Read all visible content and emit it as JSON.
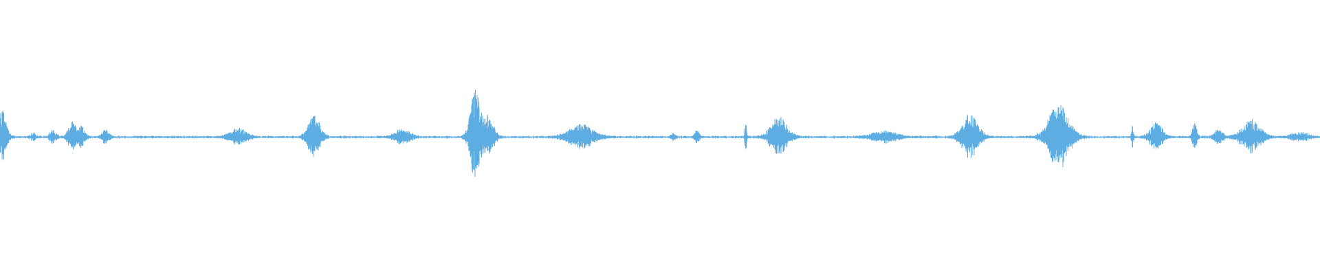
{
  "waveform": {
    "color": "#5dade2",
    "baseline_amplitude": 0.012,
    "bursts": [
      {
        "time": 0.002,
        "amplitude": 0.2,
        "width": 0.004
      },
      {
        "time": 0.025,
        "amplitude": 0.03,
        "width": 0.002
      },
      {
        "time": 0.04,
        "amplitude": 0.05,
        "width": 0.003
      },
      {
        "time": 0.055,
        "amplitude": 0.12,
        "width": 0.004
      },
      {
        "time": 0.062,
        "amplitude": 0.07,
        "width": 0.003
      },
      {
        "time": 0.08,
        "amplitude": 0.06,
        "width": 0.003
      },
      {
        "time": 0.18,
        "amplitude": 0.06,
        "width": 0.008
      },
      {
        "time": 0.238,
        "amplitude": 0.15,
        "width": 0.006
      },
      {
        "time": 0.305,
        "amplitude": 0.06,
        "width": 0.007
      },
      {
        "time": 0.36,
        "amplitude": 0.34,
        "width": 0.005
      },
      {
        "time": 0.37,
        "amplitude": 0.15,
        "width": 0.005
      },
      {
        "time": 0.44,
        "amplitude": 0.09,
        "width": 0.012
      },
      {
        "time": 0.51,
        "amplitude": 0.02,
        "width": 0.002
      },
      {
        "time": 0.528,
        "amplitude": 0.05,
        "width": 0.002
      },
      {
        "time": 0.565,
        "amplitude": 0.1,
        "width": 0.001
      },
      {
        "time": 0.59,
        "amplitude": 0.15,
        "width": 0.008
      },
      {
        "time": 0.67,
        "amplitude": 0.04,
        "width": 0.012
      },
      {
        "time": 0.735,
        "amplitude": 0.16,
        "width": 0.008
      },
      {
        "time": 0.802,
        "amplitude": 0.24,
        "width": 0.01
      },
      {
        "time": 0.858,
        "amplitude": 0.08,
        "width": 0.001
      },
      {
        "time": 0.876,
        "amplitude": 0.1,
        "width": 0.006
      },
      {
        "time": 0.905,
        "amplitude": 0.11,
        "width": 0.002
      },
      {
        "time": 0.923,
        "amplitude": 0.05,
        "width": 0.004
      },
      {
        "time": 0.948,
        "amplitude": 0.12,
        "width": 0.009
      },
      {
        "time": 0.985,
        "amplitude": 0.03,
        "width": 0.008
      }
    ]
  }
}
